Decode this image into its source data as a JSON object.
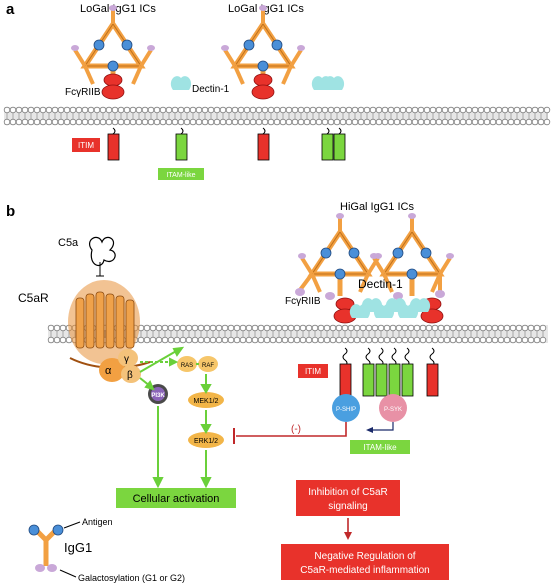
{
  "panel_a": {
    "label": "a",
    "left_ic_label": "LoGal IgG1 ICs",
    "right_ic_label": "LoGal IgG1 ICs",
    "fcgr_label": "FcγRIIB",
    "dectin_label": "Dectin-1",
    "itim_label": "ITIM",
    "itam_label": "ITAM-like"
  },
  "panel_b": {
    "label": "b",
    "c5a_label": "C5a",
    "c5ar_label": "C5aR",
    "higal_label": "HiGal IgG1 ICs",
    "dectin_label": "Dectin-1",
    "fcgr_label": "FcγRIIB",
    "gamma": "γ",
    "beta": "β",
    "alpha": "α",
    "pi3k": "PI3K",
    "ras": "RAS",
    "raf": "RAF",
    "mek": "MEK1/2",
    "erk": "ERK1/2",
    "itim_label": "ITIM",
    "itam_label": "ITAM-like",
    "pship": "P-SHIP",
    "psyk": "P-SYK",
    "inhibit": "(-)",
    "cellular_activation": "Cellular activation",
    "inhibition_line1": "Inhibition of C5aR",
    "inhibition_line2": "signaling",
    "negative_line1": "Negative Regulation of",
    "negative_line2": "C5aR-mediated inflammation"
  },
  "legend": {
    "antigen": "Antigen",
    "igg1": "IgG1",
    "galactosylation": "Galactosylation (G1 or G2)"
  },
  "colors": {
    "red_box": "#e8322b",
    "green_box": "#7bd63f",
    "antibody_orange": "#f2a042",
    "antigen_blue": "#4a8fd8",
    "dectin_cyan": "#9fe3e3",
    "membrane_gray": "#9a9a9a"
  }
}
